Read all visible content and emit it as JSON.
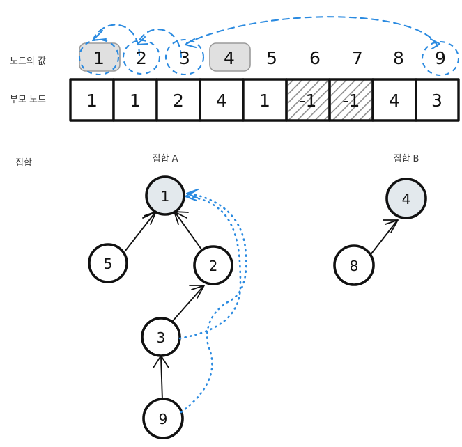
{
  "diagram": {
    "title": "union-find-parent-array-and-trees",
    "colors": {
      "ink": "#111111",
      "accent_blue": "#2a8ae0",
      "node_fill": "#e3e9ed",
      "chip_fill": "#e0e0e0",
      "hatch_stroke": "#8e8e8e"
    }
  },
  "array_section": {
    "labels": {
      "index_row": "노드의 값",
      "value_row": "부모 노드"
    },
    "indices": [
      "1",
      "2",
      "3",
      "4",
      "5",
      "6",
      "7",
      "8",
      "9"
    ],
    "parents": [
      "1",
      "1",
      "2",
      "4",
      "1",
      "-1",
      "-1",
      "4",
      "3"
    ],
    "hatched_cells": [
      6,
      7
    ],
    "highlighted_indices": [
      1,
      4
    ],
    "circled_indices": [
      1,
      2,
      3,
      9
    ],
    "arcs": [
      {
        "from": "2",
        "to": "1"
      },
      {
        "from": "3",
        "to": "2"
      },
      {
        "from": "9",
        "to": "3"
      }
    ]
  },
  "tree_section": {
    "labels": {
      "group": "집합",
      "set_a": "집합 A",
      "set_b": "집합 B"
    },
    "sets": [
      {
        "name": "집합 A",
        "nodes": [
          {
            "value": "1",
            "root": true
          },
          {
            "value": "5",
            "root": false
          },
          {
            "value": "2",
            "root": false
          },
          {
            "value": "3",
            "root": false
          },
          {
            "value": "9",
            "root": false
          }
        ],
        "edges": [
          {
            "child": "5",
            "parent": "1"
          },
          {
            "child": "2",
            "parent": "1"
          },
          {
            "child": "3",
            "parent": "2"
          },
          {
            "child": "9",
            "parent": "3"
          }
        ],
        "path_compression": [
          {
            "from": "3",
            "to": "1"
          },
          {
            "from": "9",
            "to": "3"
          }
        ]
      },
      {
        "name": "집합 B",
        "nodes": [
          {
            "value": "4",
            "root": true
          },
          {
            "value": "8",
            "root": false
          }
        ],
        "edges": [
          {
            "child": "8",
            "parent": "4"
          }
        ],
        "path_compression": []
      }
    ]
  }
}
